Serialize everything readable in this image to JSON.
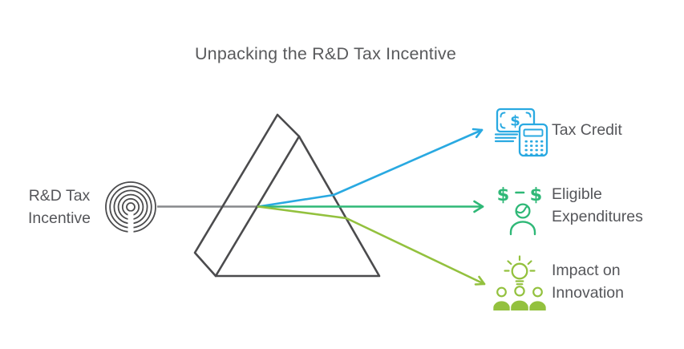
{
  "title": "Unpacking the R&D Tax Incentive",
  "source": {
    "label": "R&D Tax Incentive",
    "icon": "target-rings-icon"
  },
  "branches": [
    {
      "label": "Tax Credit",
      "color": "#29A9E1",
      "icon": "money-calculator-icon"
    },
    {
      "label": "Eligible Expenditures",
      "color": "#2FB877",
      "icon": "dollar-exchange-person-icon"
    },
    {
      "label": "Impact on Innovation",
      "color": "#93C13E",
      "icon": "idea-people-icon"
    }
  ],
  "glyphs": {
    "dollar": "$"
  },
  "colors": {
    "beam_gray": "#87898C",
    "prism_stroke": "#4B4B4D",
    "text": "#55565A"
  }
}
